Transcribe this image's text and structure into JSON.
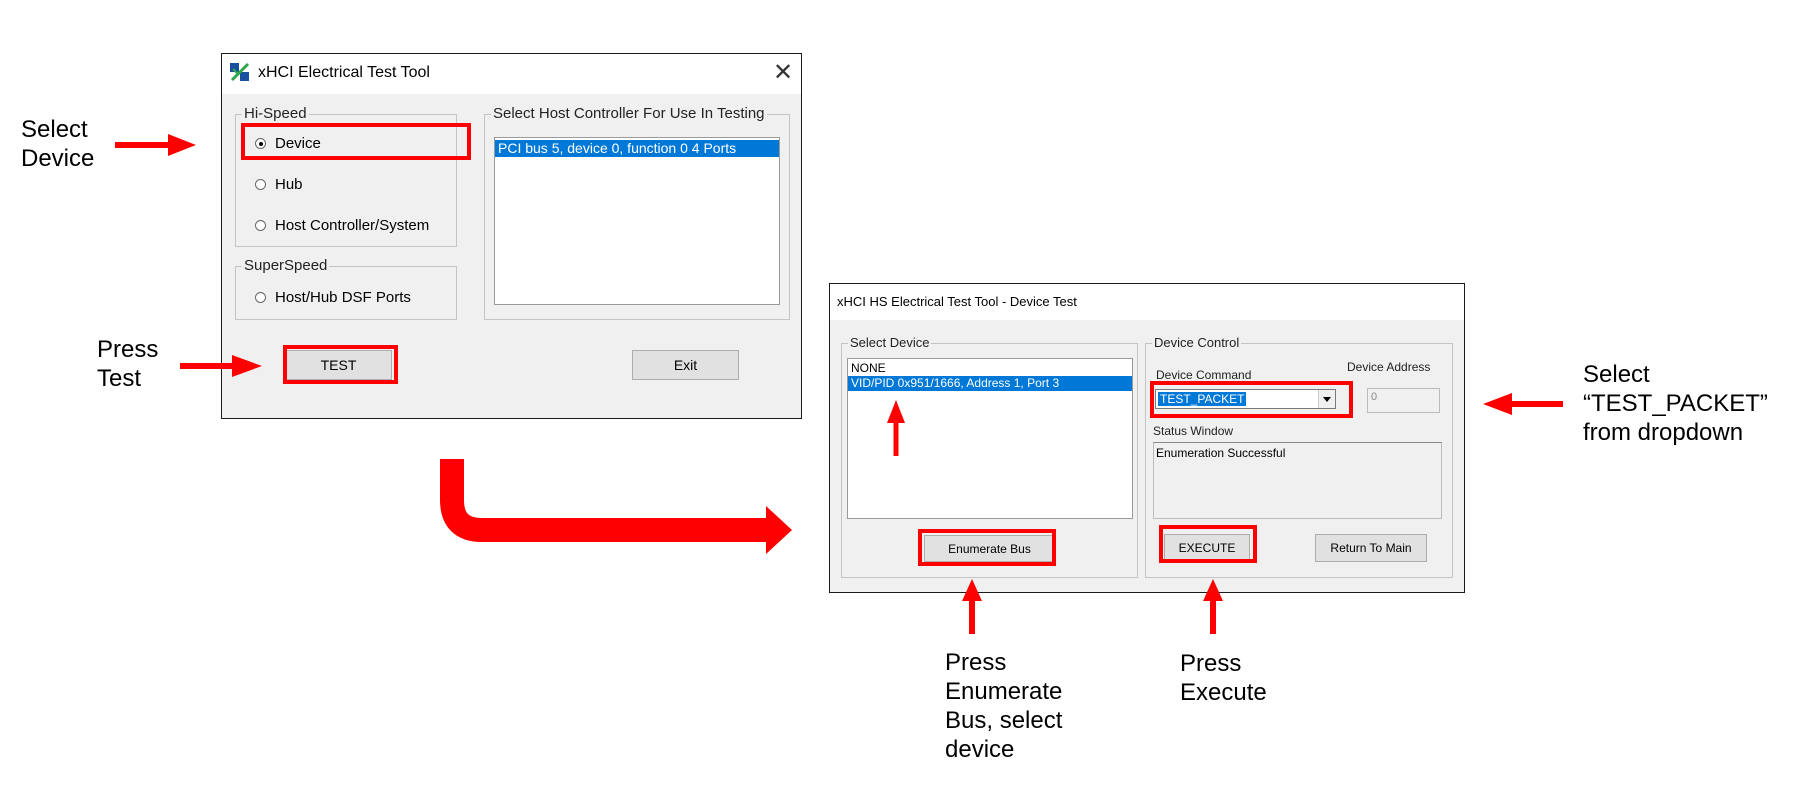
{
  "main_window": {
    "title": "xHCI Electrical Test Tool",
    "hispeed_label": "Hi-Speed",
    "hispeed_options": [
      "Device",
      "Hub",
      "Host Controller/System"
    ],
    "superspeed_label": "SuperSpeed",
    "superspeed_options": [
      "Host/Hub DSF Ports"
    ],
    "host_controller_label": "Select Host Controller For Use In Testing",
    "host_controllers": [
      "PCI bus 5, device 0, function 0  4 Ports"
    ],
    "test_button": "TEST",
    "exit_button": "Exit"
  },
  "device_window": {
    "title": "xHCI HS Electrical Test Tool - Device Test",
    "select_device_label": "Select Device",
    "devices": [
      "NONE",
      "VID/PID 0x951/1666, Address 1, Port 3"
    ],
    "enumerate_button": "Enumerate Bus",
    "device_control_label": "Device Control",
    "device_command_label": "Device Command",
    "device_command_value": "TEST_PACKET",
    "device_address_label": "Device Address",
    "device_address_value": "0",
    "status_window_label": "Status Window",
    "status_text": "Enumeration Successful",
    "execute_button": "EXECUTE",
    "return_button": "Return To Main"
  },
  "annotations": {
    "select_device": "Select\nDevice",
    "press_test": "Press\nTest",
    "press_enumerate": "Press\nEnumerate\nBus, select\ndevice",
    "press_execute": "Press\nExecute",
    "select_test_packet": "Select\n“TEST_PACKET”\nfrom dropdown"
  },
  "colors": {
    "highlight": "#ff0000",
    "selection": "#0078d7"
  }
}
